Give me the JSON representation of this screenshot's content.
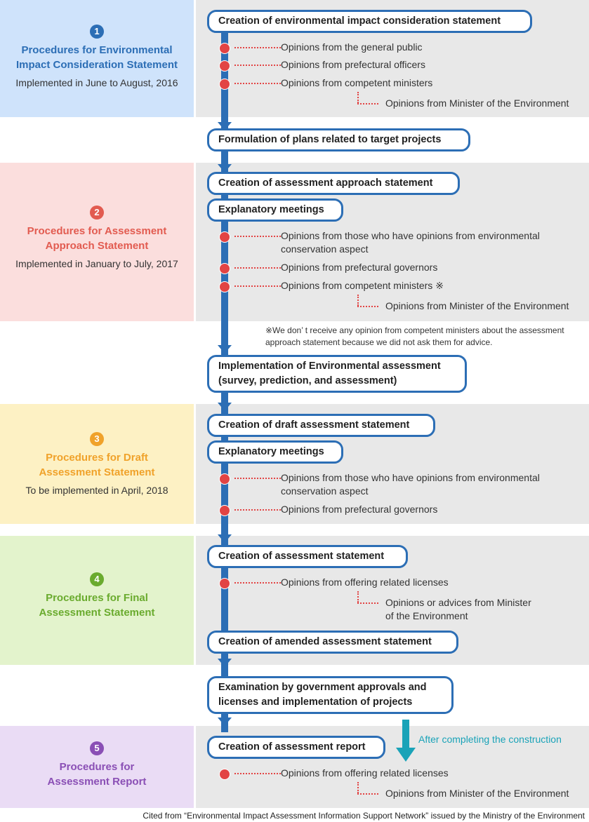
{
  "colors": {
    "flow_blue": "#2c6eb5",
    "opinion_red": "#e24444",
    "construction_teal": "#1aa3b8"
  },
  "sections": [
    {
      "num": "1",
      "title": "Procedures for Environmental\nImpact Consideration Statement",
      "subtitle": "Implemented in June to August, 2016",
      "color": "#2c6eb5",
      "bg": "#cfe3fb"
    },
    {
      "num": "2",
      "title": "Procedures for Assessment\nApproach Statement",
      "subtitle": "Implemented in January to July, 2017",
      "color": "#e25b50",
      "bg": "#fbdedd"
    },
    {
      "num": "3",
      "title": "Procedures for Draft\nAssessment Statement",
      "subtitle": "To be implemented in April, 2018",
      "color": "#f0a22a",
      "bg": "#fdf1c4"
    },
    {
      "num": "4",
      "title": "Procedures for Final\nAssessment Statement",
      "subtitle": "",
      "color": "#6aab2e",
      "bg": "#e3f3cc"
    },
    {
      "num": "5",
      "title": "Procedures for\nAssessment Report",
      "subtitle": "",
      "color": "#8a4fb5",
      "bg": "#eadcf5"
    }
  ],
  "steps": {
    "s1": "Creation of environmental impact consideration statement",
    "s2": "Formulation of plans related to target projects",
    "s3": "Creation of assessment approach statement",
    "s4": "Explanatory meetings",
    "s5": "Implementation of Environmental assessment\n(survey, prediction, and assessment)",
    "s6": "Creation of draft assessment statement",
    "s7": "Explanatory meetings",
    "s8": "Creation of assessment statement",
    "s9": "Creation of amended assessment statement",
    "s10": "Examination by government approvals and\nlicenses and implementation of projects",
    "s11": "Creation of assessment report"
  },
  "opinions": {
    "o1": "Opinions from the general public",
    "o2": "Opinions from prefectural officers",
    "o3": "Opinions from competent ministers",
    "o4": "Opinions from those who have opinions from environmental\nconservation aspect",
    "o5": "Opinions from prefectural governors",
    "o6": "Opinions from competent ministers ※",
    "o7": "Opinions from those who have opinions from environmental\nconservation aspect",
    "o8": "Opinions from prefectural governors",
    "o9": "Opinions from offering related licenses",
    "o10": "Opinions from offering related licenses"
  },
  "env_opinions": {
    "e1": "Opinions from Minister of the Environment",
    "e2": "Opinions from Minister of the Environment",
    "e3": "Opinions or advices from Minister\nof the Environment",
    "e4": "Opinions from Minister of the Environment"
  },
  "note": "※We don’ t receive any opinion from competent ministers about the assessment\napproach statement because we did not ask them for advice.",
  "construction_label": "After completing the construction",
  "citation": "Cited from “Environmental Impact Assessment Information Support Network” issued by the Ministry of the Environment"
}
